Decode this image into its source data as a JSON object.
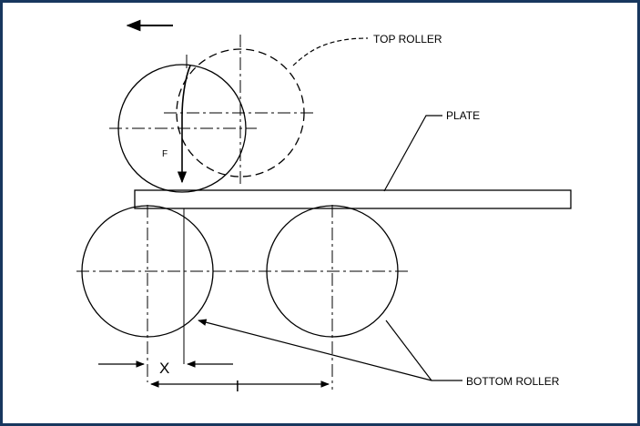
{
  "labels": {
    "top_roller": "TOP ROLLER",
    "plate": "PLATE",
    "bottom_roller": "BOTTOM ROLLER",
    "force": "F",
    "offset": "X",
    "spacing": "l"
  },
  "colors": {
    "frame": "#17375e",
    "line": "#000000"
  }
}
